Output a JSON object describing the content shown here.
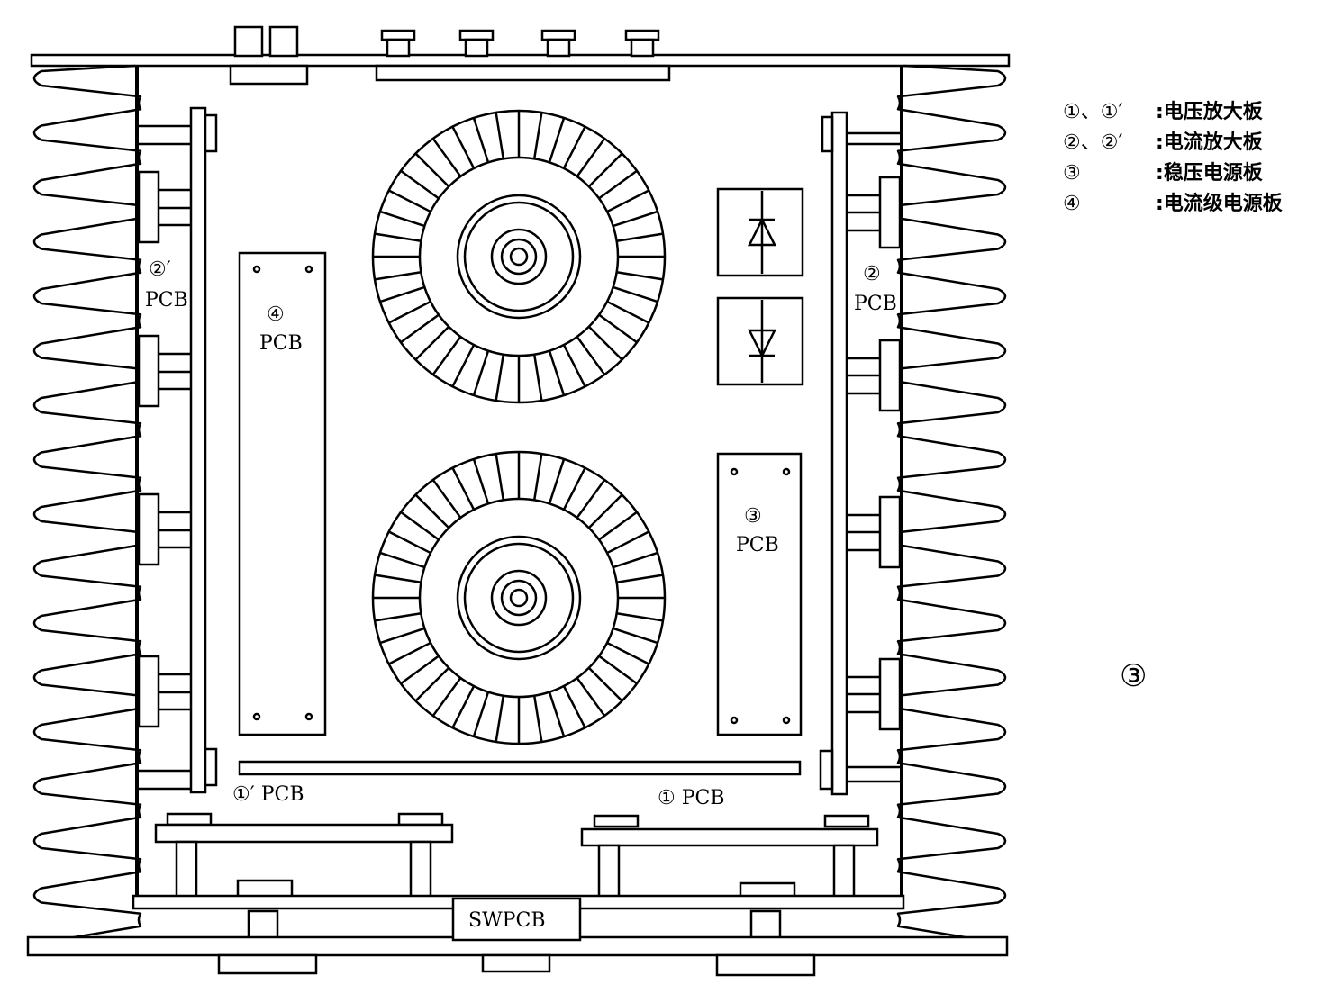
{
  "labels": {
    "pcb2_left_num": "②′",
    "pcb2_left_pcb": "PCB",
    "pcb4_num": "④",
    "pcb4_pcb": "PCB",
    "pcb2_right_num": "②",
    "pcb2_right_pcb": "PCB",
    "pcb3_num": "③",
    "pcb3_pcb": "PCB",
    "pcb1p": "①′ PCB",
    "pcb1": "① PCB",
    "swpcb": "SWPCB",
    "figure_num": "③"
  },
  "legend": [
    {
      "key": "①、①′",
      "desc": ":电压放大板"
    },
    {
      "key": "②、②′",
      "desc": ":电流放大板"
    },
    {
      "key": "③",
      "desc": ":稳压电源板"
    },
    {
      "key": "④",
      "desc": ":电流级电源板"
    }
  ]
}
